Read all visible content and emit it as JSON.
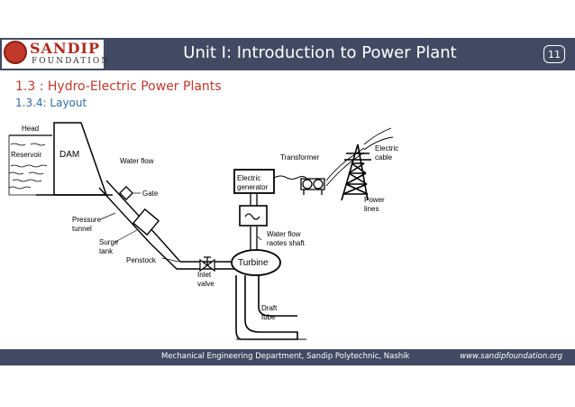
{
  "header": {
    "logo_word": "SANDIP",
    "logo_sub": "FOUNDATION",
    "title": "Unit I: Introduction  to Power Plant",
    "page_number": "11"
  },
  "section": {
    "heading": "1.3 : Hydro-Electric Power Plants",
    "sub_number": "1.3.4",
    "sub_label": ": Layout"
  },
  "diagram": {
    "labels": {
      "head": "Head",
      "reservoir": "Reservoir",
      "dam": "DAM",
      "water_flow": "Water flow",
      "gate": "Gate",
      "pressure": "Pressure",
      "tunnel": "tunnel",
      "surge": "Surge",
      "tank": "tank",
      "penstock": "Penstock",
      "inlet": "Inlet",
      "valve": "valve",
      "turbine": "Turbine",
      "draft": "Draft",
      "tube": "tube",
      "electric_gen_1": "Electric",
      "electric_gen_2": "generator",
      "water_flow_2": "Water flow",
      "raotes_shaft": "raotes shaft",
      "transformer": "Transformer",
      "power_lines_1": "Power",
      "power_lines_2": "lines",
      "electric_cable_1": "Electric",
      "electric_cable_2": "cable"
    }
  },
  "footer": {
    "department": "Mechanical Engineering Department, Sandip Polytechnic, Nashik",
    "website": "www.sandipfoundation.org"
  }
}
